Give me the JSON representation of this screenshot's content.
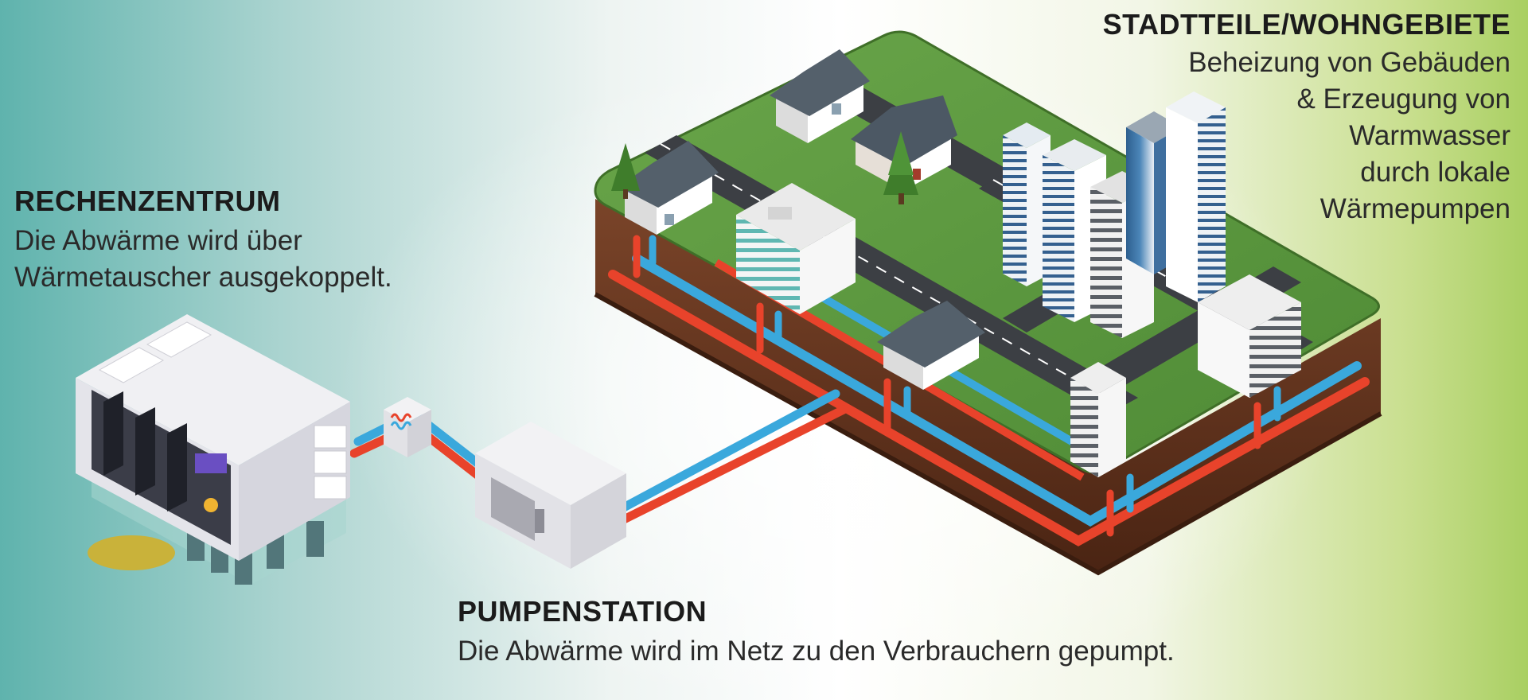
{
  "labels": {
    "rechenzentrum": {
      "title": "RECHENZENTRUM",
      "lines": [
        "Die Abwärme wird über",
        "Wärmetauscher ausgekoppelt."
      ]
    },
    "pumpenstation": {
      "title": "PUMPENSTATION",
      "lines": [
        "Die Abwärme wird im Netz zu den Verbrauchern gepumpt."
      ]
    },
    "stadtteile": {
      "title": "STADTTEILE/WOHNGEBIETE",
      "lines": [
        "Beheizung von Gebäuden",
        "& Erzeugung von",
        "Warmwasser",
        "durch lokale",
        "Wärmepumpen"
      ]
    }
  },
  "colors": {
    "hot_pipe": "#e8432b",
    "cold_pipe": "#3aa8dc",
    "grass": "#5d9b3e",
    "soil": "#6b3b22",
    "road": "#3c3f44"
  },
  "icons": [
    "data-center-building",
    "heat-exchanger",
    "pump-station",
    "district-network",
    "residential-houses",
    "high-rise-buildings",
    "trees"
  ]
}
